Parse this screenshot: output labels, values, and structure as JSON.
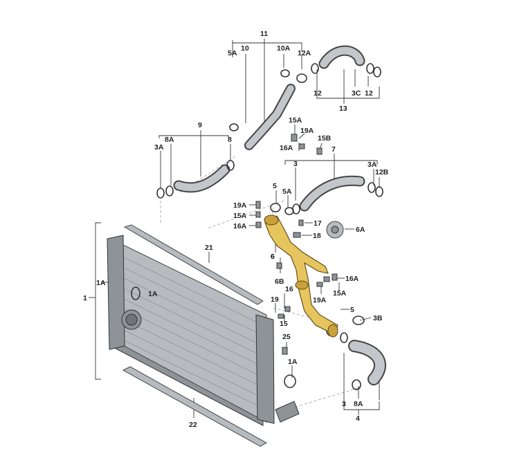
{
  "callouts": {
    "c1": "1",
    "c1A_left": "1A",
    "c1A_hole": "1A",
    "c1A_lower": "1A",
    "c3_top": "3",
    "c3_bottom": "3",
    "c3A_left": "3A",
    "c3A_right": "3A",
    "c3B": "3B",
    "c3C": "3C",
    "c4": "4",
    "c5_upper": "5",
    "c5_lower": "5",
    "c5A_top": "5A",
    "c5A_mid": "5A",
    "c6": "6",
    "c6A": "6A",
    "c6B": "6B",
    "c7": "7",
    "c8": "8",
    "c8A_left": "8A",
    "c8A_bottom": "8A",
    "c9": "9",
    "c10": "10",
    "c10A": "10A",
    "c11": "11",
    "c12_left": "12",
    "c12_right": "12",
    "c12A": "12A",
    "c12B": "12B",
    "c13": "13",
    "c15": "15",
    "c15A_top": "15A",
    "c15A_left": "15A",
    "c15A_right": "15A",
    "c15B": "15B",
    "c16": "16",
    "c16A_top": "16A",
    "c16A_left": "16A",
    "c16A_right": "16A",
    "c17": "17",
    "c18": "18",
    "c19": "19",
    "c19A_top": "19A",
    "c19A_left": "19A",
    "c19A_right": "19A",
    "c21": "21",
    "c22": "22",
    "c25": "25"
  },
  "highlight_color": "#e7c55e",
  "part_color": "#b7bbc0"
}
